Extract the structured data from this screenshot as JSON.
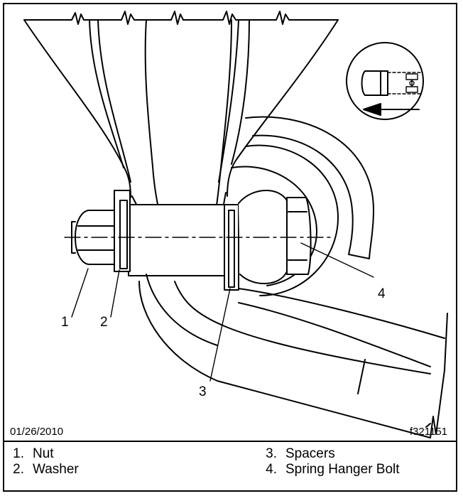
{
  "callouts": {
    "c1": "1",
    "c2": "2",
    "c3": "3",
    "c4": "4"
  },
  "date": "01/26/2010",
  "figure_id": "f321151",
  "legend": {
    "left": [
      {
        "num": "1.",
        "label": "Nut"
      },
      {
        "num": "2.",
        "label": "Washer"
      }
    ],
    "right": [
      {
        "num": "3.",
        "label": "Spacers"
      },
      {
        "num": "4.",
        "label": "Spring Hanger Bolt"
      }
    ]
  },
  "icons": {
    "orientation": "vehicle-orientation-icon",
    "direction": "forward-arrow-icon"
  }
}
